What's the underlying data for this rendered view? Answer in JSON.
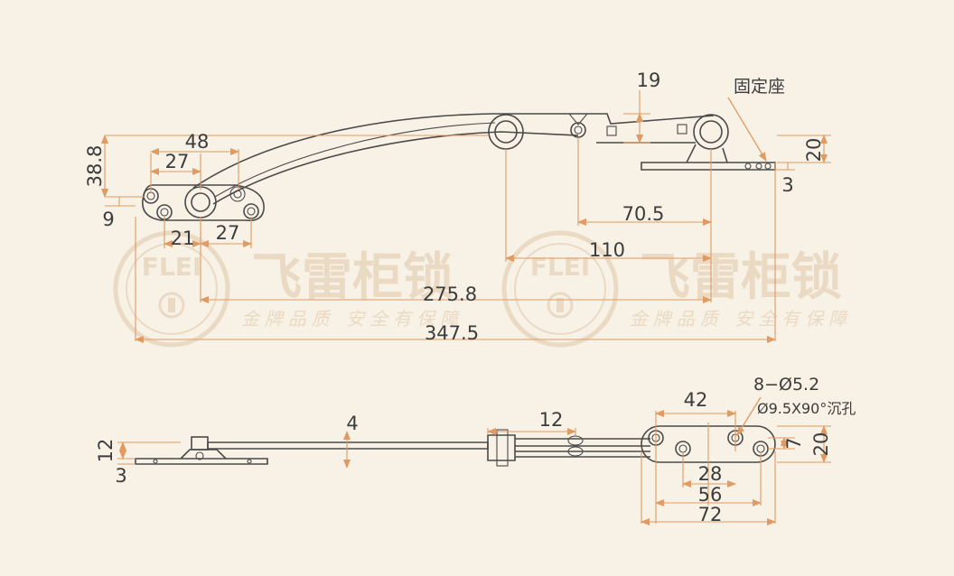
{
  "watermark": {
    "logo_text": "FLEI",
    "brand": "飞雷柜锁",
    "slogan": "金牌品质 安全有保障"
  },
  "top_view": {
    "dimensions": {
      "d48": "48",
      "d27_top": "27",
      "d38_8": "38.8",
      "d9": "9",
      "d21": "21",
      "d27_bottom": "27",
      "d19": "19",
      "d20": "20",
      "d3": "3",
      "d70_5": "70.5",
      "d110": "110",
      "d275_8": "275.8",
      "d347_5": "347.5"
    },
    "callout_base": "固定座"
  },
  "side_view": {
    "dimensions": {
      "d12_left": "12",
      "d3_left": "3",
      "d4": "4",
      "d12_mid": "12",
      "d42": "42",
      "d7": "7",
      "d20": "20",
      "d28": "28",
      "d56": "56",
      "d72": "72"
    },
    "callout_holes": "8−Ø5.2",
    "callout_countersink": "Ø9.5X90°沉孔"
  }
}
